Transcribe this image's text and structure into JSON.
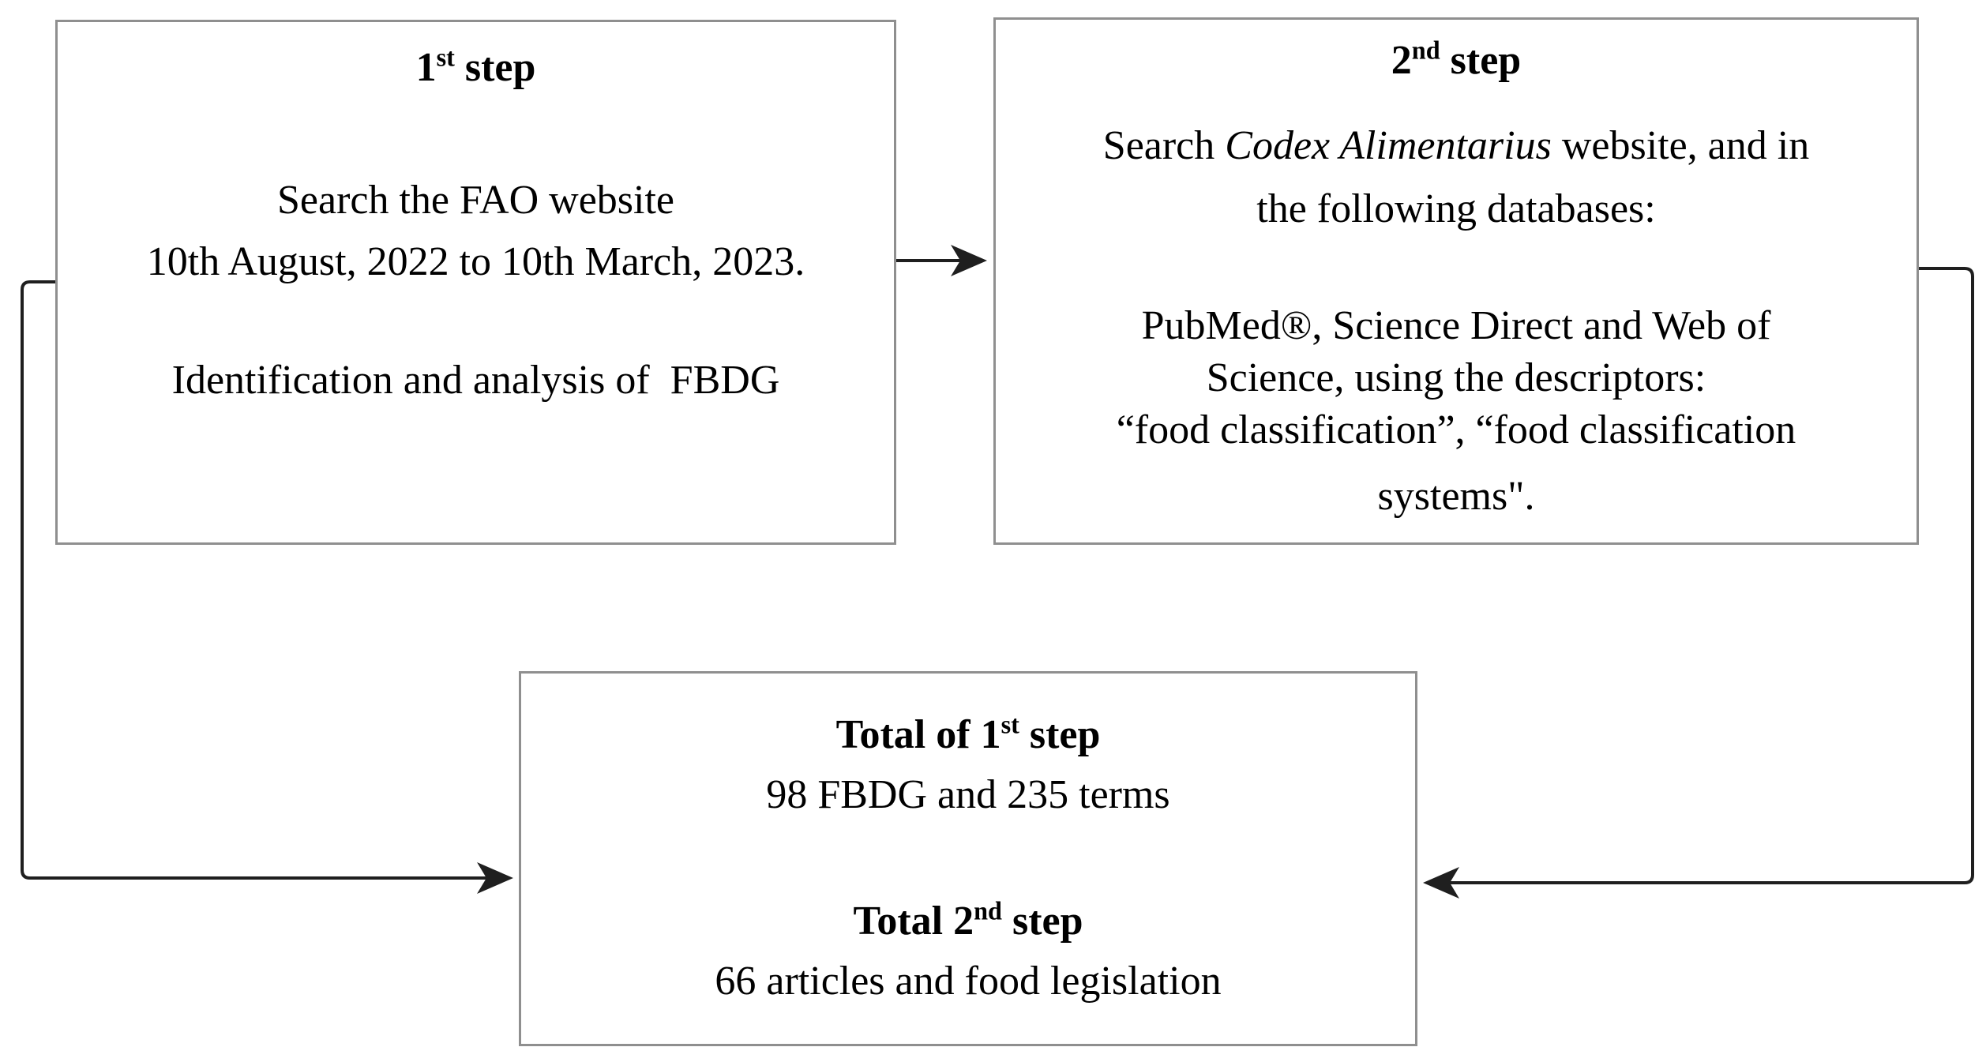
{
  "step1_box": {
    "title": {
      "num": "1",
      "sup": "st",
      "rest": " step"
    },
    "lines": {
      "search": "Search the FAO website",
      "dates": "10th August, 2022 to 10th March, 2023.",
      "identification": "Identification and analysis of  FBDG"
    }
  },
  "step2_box": {
    "title": {
      "num": "2",
      "sup": "nd",
      "rest": " step"
    },
    "lines": {
      "search_pre": "Search ",
      "search_italic": "Codex Alimentarius",
      "search_post": " website, and in",
      "databases": "the following databases:",
      "sources": "PubMed®, Science Direct and Web of",
      "descriptors": "Science, using the descriptors:",
      "terms_line1": "“food classification”, “food classification",
      "terms_line2": "systems\"."
    }
  },
  "total_box": {
    "total1": {
      "pre": "Total of 1",
      "sup": "st",
      "post": " step"
    },
    "total1_value": "98 FBDG and 235 terms",
    "total2": {
      "pre": "Total 2",
      "sup": "nd",
      "post": " step"
    },
    "total2_value": "66 articles and food legislation"
  },
  "style": {
    "background": "#ffffff",
    "box_border_color": "#8f8f8f",
    "connector_color": "#1f1f1f",
    "text_color": "#000000"
  }
}
